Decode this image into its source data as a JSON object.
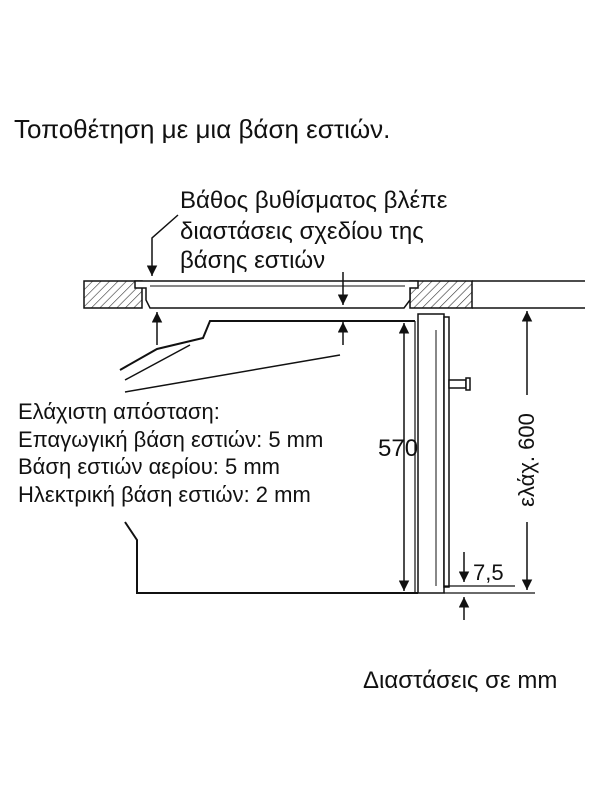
{
  "title": "Τοποθέτηση με μια βάση εστιών.",
  "callout": {
    "line1": "Βάθος βυθίσματος βλέπε",
    "line2": "διαστάσεις σχεδίου της",
    "line3": "βάσης εστιών"
  },
  "clearance": {
    "heading": "Ελάχιστη απόσταση:",
    "induction": "Επαγωγική βάση εστιών: 5 mm",
    "gas": "Βάση εστιών αερίου: 5 mm",
    "electric": "Ηλεκτρική βάση εστιών: 2 mm"
  },
  "dims": {
    "height": "570",
    "offset": "7,5",
    "min_height": "ελάχ. 600"
  },
  "units_note": "Διαστάσεις σε mm"
}
